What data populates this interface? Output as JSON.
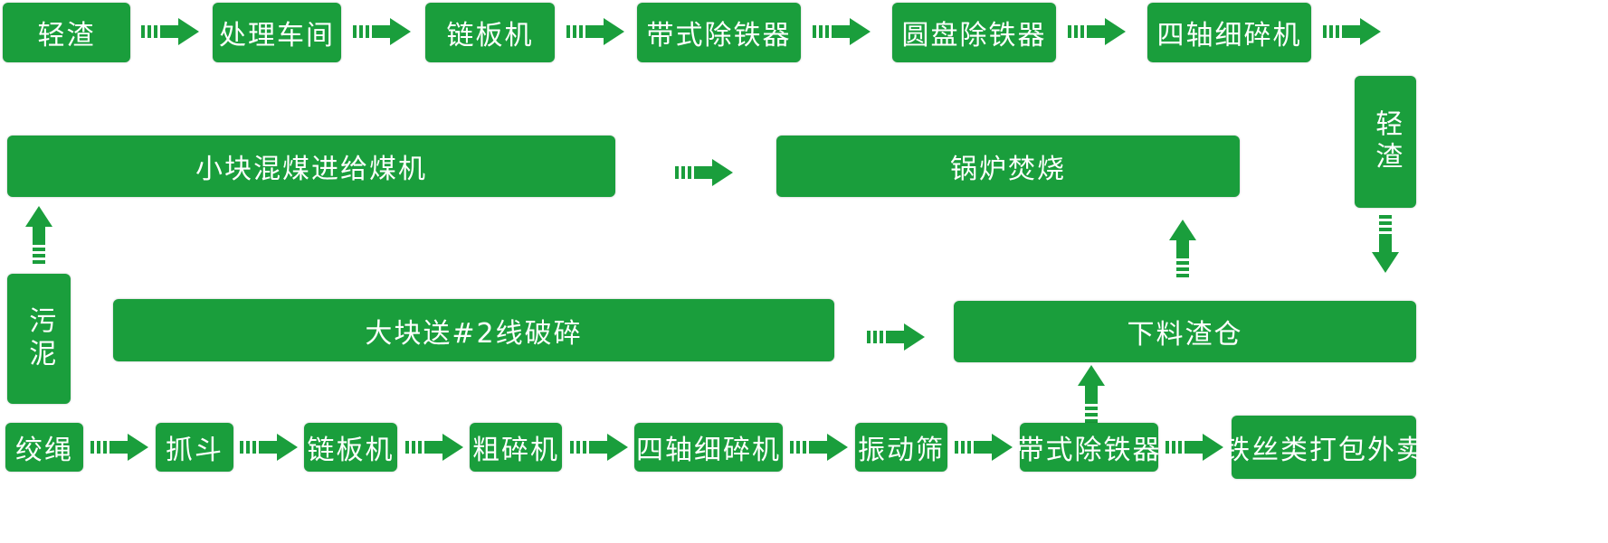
{
  "colors": {
    "box_fill": "#1a9e3c",
    "text": "#ffffff",
    "arrow": "#1a9e3c",
    "background": "#ffffff"
  },
  "row1": {
    "light_slag": "轻渣",
    "processing_workshop": "处理车间",
    "chain_plate_conveyor": "链板机",
    "belt_iron_remover": "带式除铁器",
    "disc_iron_remover": "圆盘除铁器",
    "four_shaft_shredder": "四轴细碎机"
  },
  "right_column": {
    "light_slag_vertical": "轻渣"
  },
  "row2": {
    "small_block_coal_feeder": "小块混煤进给煤机",
    "boiler_incineration": "锅炉焚烧"
  },
  "row3": {
    "sludge_vertical": "污泥",
    "large_block_crushing": "大块送#2线破碎",
    "discharge_slag_bin": "下料渣仓"
  },
  "row4": {
    "twisted_rope": "绞绳",
    "grab_bucket": "抓斗",
    "chain_plate_conveyor": "链板机",
    "coarse_crusher": "粗碎机",
    "four_shaft_shredder": "四轴细碎机",
    "vibrating_screen": "振动筛",
    "belt_iron_remover": "带式除铁器",
    "iron_wire_baling": "铁丝类打包外卖"
  }
}
